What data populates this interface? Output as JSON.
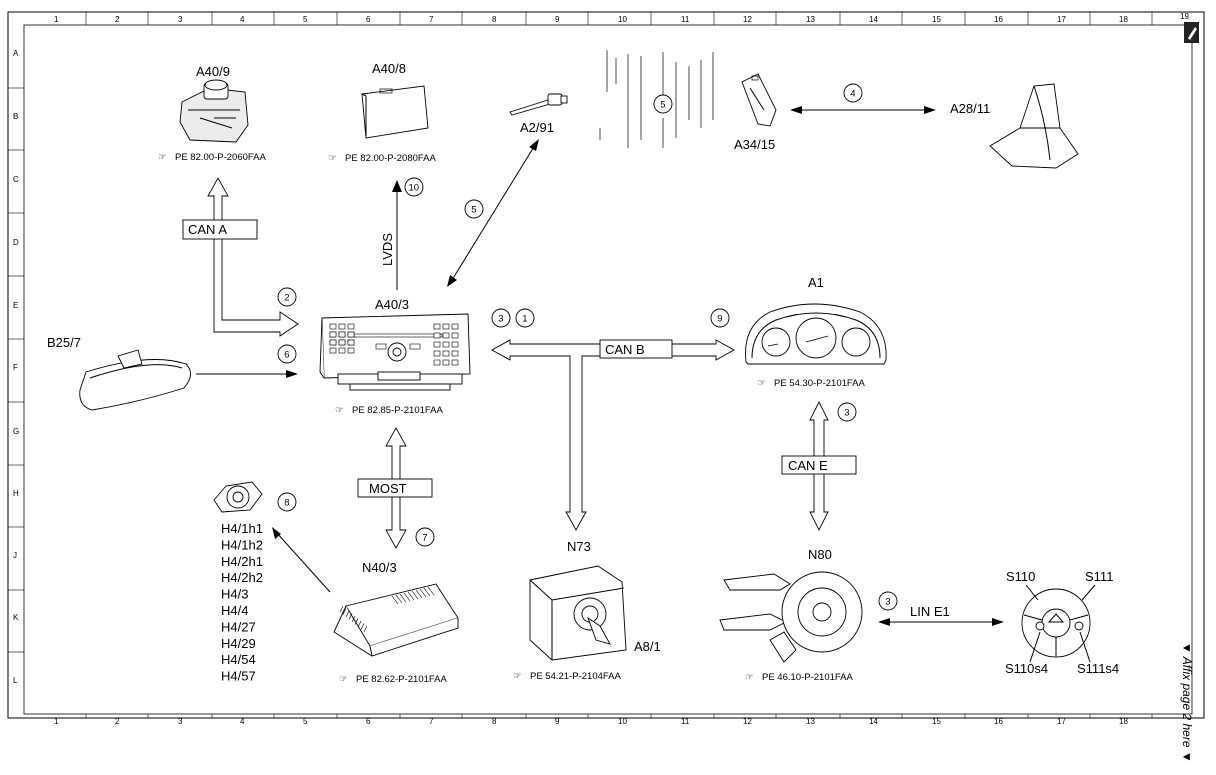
{
  "frame": {
    "columns": [
      "1",
      "2",
      "3",
      "4",
      "5",
      "6",
      "7",
      "8",
      "9",
      "10",
      "11",
      "12",
      "13",
      "14",
      "15",
      "16",
      "17",
      "18"
    ],
    "rows": [
      "A",
      "B",
      "C",
      "D",
      "E",
      "F",
      "G",
      "H",
      "J",
      "K",
      "L"
    ],
    "corner_top": "19",
    "side_note": "▼ Affix page 2 here ▼"
  },
  "components": {
    "a40_9": {
      "label": "A40/9",
      "ref": "PE 82.00-P-2060FAA"
    },
    "a40_8": {
      "label": "A40/8",
      "ref": "PE 82.00-P-2080FAA"
    },
    "a2_91": {
      "label": "A2/91"
    },
    "a34_15": {
      "label": "A34/15"
    },
    "a28_11": {
      "label": "A28/11"
    },
    "a40_3": {
      "label": "A40/3",
      "ref": "PE 82.85-P-2101FAA"
    },
    "b25_7": {
      "label": "B25/7"
    },
    "a1": {
      "label": "A1",
      "ref": "PE 54.30-P-2101FAA"
    },
    "n73": {
      "label": "N73",
      "ref": "PE 54.21-P-2104FAA"
    },
    "a8_1": {
      "label": "A8/1"
    },
    "n40_3": {
      "label": "N40/3",
      "ref": "PE 82.62-P-2101FAA"
    },
    "n80": {
      "label": "N80",
      "ref": "PE 46.10-P-2101FAA"
    },
    "speakers": [
      "H4/1h1",
      "H4/1h2",
      "H4/2h1",
      "H4/2h2",
      "H4/3",
      "H4/4",
      "H4/27",
      "H4/29",
      "H4/54",
      "H4/57"
    ],
    "s110": "S110",
    "s111": "S111",
    "s110s4": "S110s4",
    "s111s4": "S111s4"
  },
  "buses": {
    "can_a": "CAN A",
    "can_b": "CAN B",
    "can_e": "CAN E",
    "most": "MOST",
    "lvds": "LVDS",
    "lin_e1": "LIN E1"
  },
  "markers": {
    "m4": "4",
    "m5a": "5",
    "m10": "10",
    "m5b": "5",
    "m2": "2",
    "m6": "6",
    "m3a": "3",
    "m1": "1",
    "m9": "9",
    "m3b": "3",
    "m8": "8",
    "m7": "7",
    "m3c": "3"
  }
}
